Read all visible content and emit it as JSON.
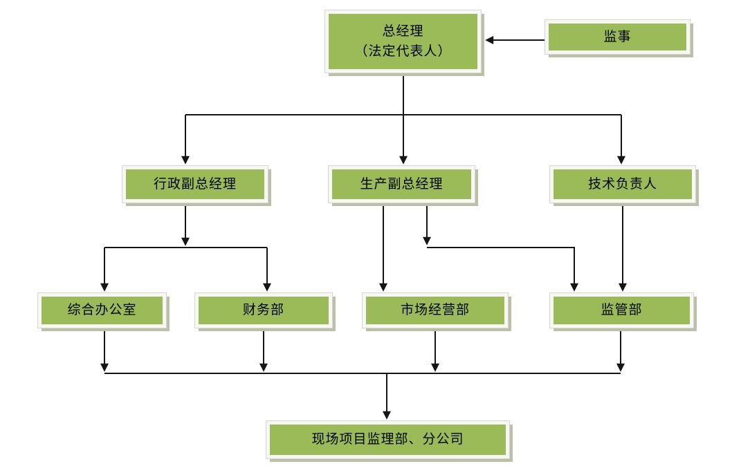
{
  "diagram": {
    "type": "org-chart",
    "background_color": "#ffffff",
    "node_style": {
      "fill": "#9bbb59",
      "border": "#f7f7f3",
      "shadow": "#bcc0a8",
      "text_color": "#000000",
      "connector_color": "#151515"
    },
    "nodes": {
      "gm": {
        "line1": "总经理",
        "line2": "（法定代表人）"
      },
      "supervisor": {
        "label": "监事"
      },
      "admin_vp": {
        "label": "行政副总经理"
      },
      "prod_vp": {
        "label": "生产副总经理"
      },
      "tech_lead": {
        "label": "技术负责人"
      },
      "general_office": {
        "label": "综合办公室"
      },
      "finance": {
        "label": "财务部"
      },
      "marketing": {
        "label": "市场经营部"
      },
      "supervision": {
        "label": "监管部"
      },
      "site_dept": {
        "label": "现场项目监理部、分公司"
      }
    },
    "edges": [
      {
        "from": "监事",
        "to": "总经理（法定代表人）"
      },
      {
        "from": "总经理（法定代表人）",
        "to": "行政副总经理"
      },
      {
        "from": "总经理（法定代表人）",
        "to": "生产副总经理"
      },
      {
        "from": "总经理（法定代表人）",
        "to": "技术负责人"
      },
      {
        "from": "行政副总经理",
        "to": "综合办公室"
      },
      {
        "from": "行政副总经理",
        "to": "财务部"
      },
      {
        "from": "生产副总经理",
        "to": "市场经营部"
      },
      {
        "from": "生产副总经理",
        "to": "监管部"
      },
      {
        "from": "技术负责人",
        "to": "监管部"
      },
      {
        "from": "综合办公室",
        "to": "现场项目监理部、分公司"
      },
      {
        "from": "财务部",
        "to": "现场项目监理部、分公司"
      },
      {
        "from": "市场经营部",
        "to": "现场项目监理部、分公司"
      },
      {
        "from": "监管部",
        "to": "现场项目监理部、分公司"
      }
    ]
  }
}
